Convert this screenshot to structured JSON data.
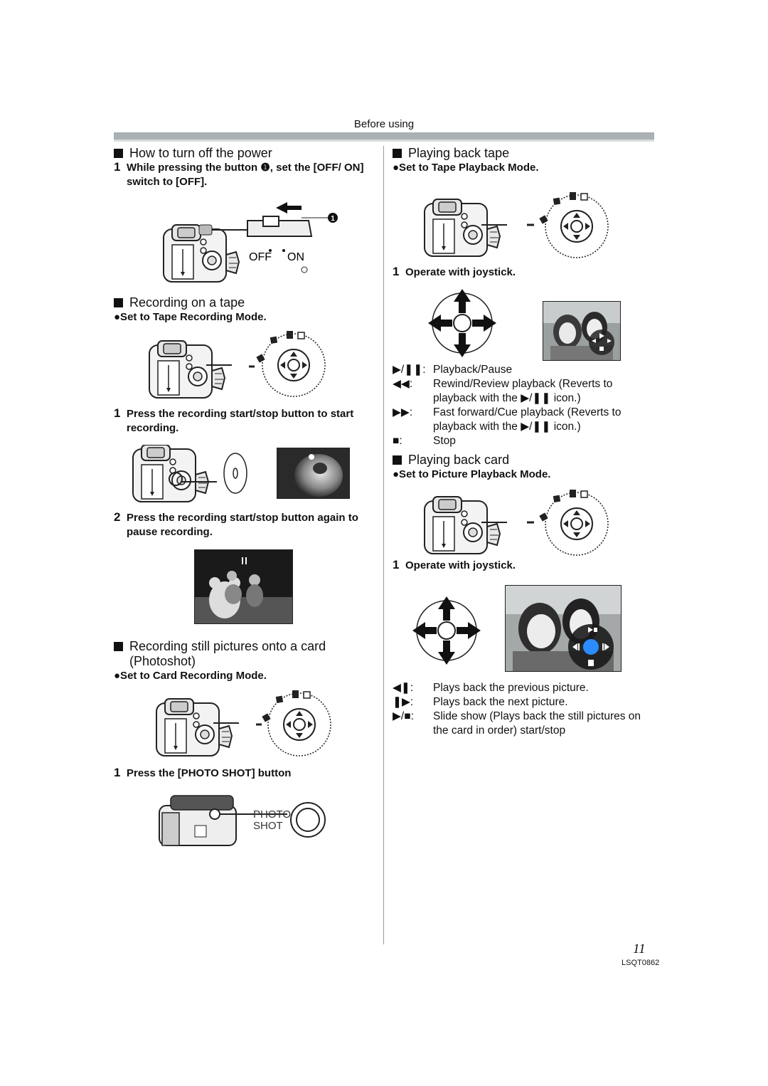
{
  "header": {
    "section": "Before using"
  },
  "power": {
    "title": "How to turn off the power",
    "step_num": "1",
    "step_text": "While pressing the button ❶, set the [OFF/ ON] switch to [OFF].",
    "switch_off": "OFF",
    "switch_on": "ON",
    "callout": "1"
  },
  "rec_tape": {
    "title": "Recording on a tape",
    "mode": "●Set to Tape Recording Mode.",
    "step1_num": "1",
    "step1": "Press the recording start/stop button to start recording.",
    "step2_num": "2",
    "step2": "Press the recording start/stop button again to pause recording."
  },
  "rec_card": {
    "title": "Recording still pictures onto a card (Photoshot)",
    "mode": "●Set to Card Recording Mode.",
    "step_num": "1",
    "step": "Press the [PHOTO SHOT] button",
    "btn_label_1": "PHOTO",
    "btn_label_2": "SHOT"
  },
  "play_tape": {
    "title": "Playing back tape",
    "mode": "●Set to Tape Playback Mode.",
    "step_num": "1",
    "step": "Operate with joystick.",
    "legend": [
      {
        "key": "▶/❚❚:",
        "desc": "Playback/Pause"
      },
      {
        "key": "◀◀:",
        "desc": "Rewind/Review playback (Reverts to playback with the ▶/❚❚ icon.)"
      },
      {
        "key": "▶▶:",
        "desc": "Fast forward/Cue playback (Reverts to playback with the ▶/❚❚ icon.)"
      },
      {
        "key": "■:",
        "desc": "Stop"
      }
    ]
  },
  "play_card": {
    "title": "Playing back card",
    "mode": "●Set to Picture Playback Mode.",
    "step_num": "1",
    "step": "Operate with joystick.",
    "legend": [
      {
        "key": "◀❚:",
        "desc": "Plays back the previous picture."
      },
      {
        "key": "❚▶:",
        "desc": "Plays back the next picture."
      },
      {
        "key": "▶/■:",
        "desc": "Slide show (Plays back the still pictures on the card in order) start/stop"
      }
    ]
  },
  "footer": {
    "page": "11",
    "code": "LSQT0862"
  }
}
